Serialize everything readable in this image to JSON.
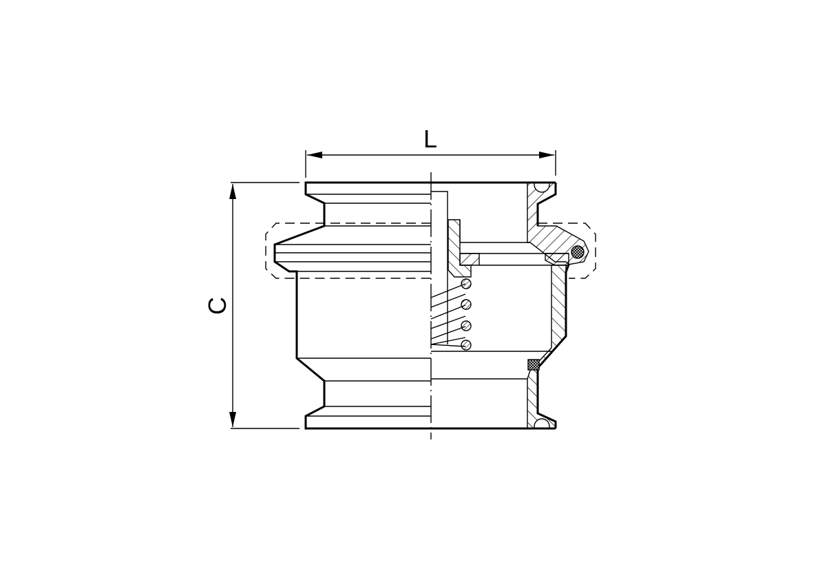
{
  "drawing": {
    "subject": "check valve cross-section",
    "dimensions": {
      "length_label": "L",
      "height_label": "C"
    },
    "colors": {
      "line": "#000000",
      "background": "#ffffff"
    }
  }
}
